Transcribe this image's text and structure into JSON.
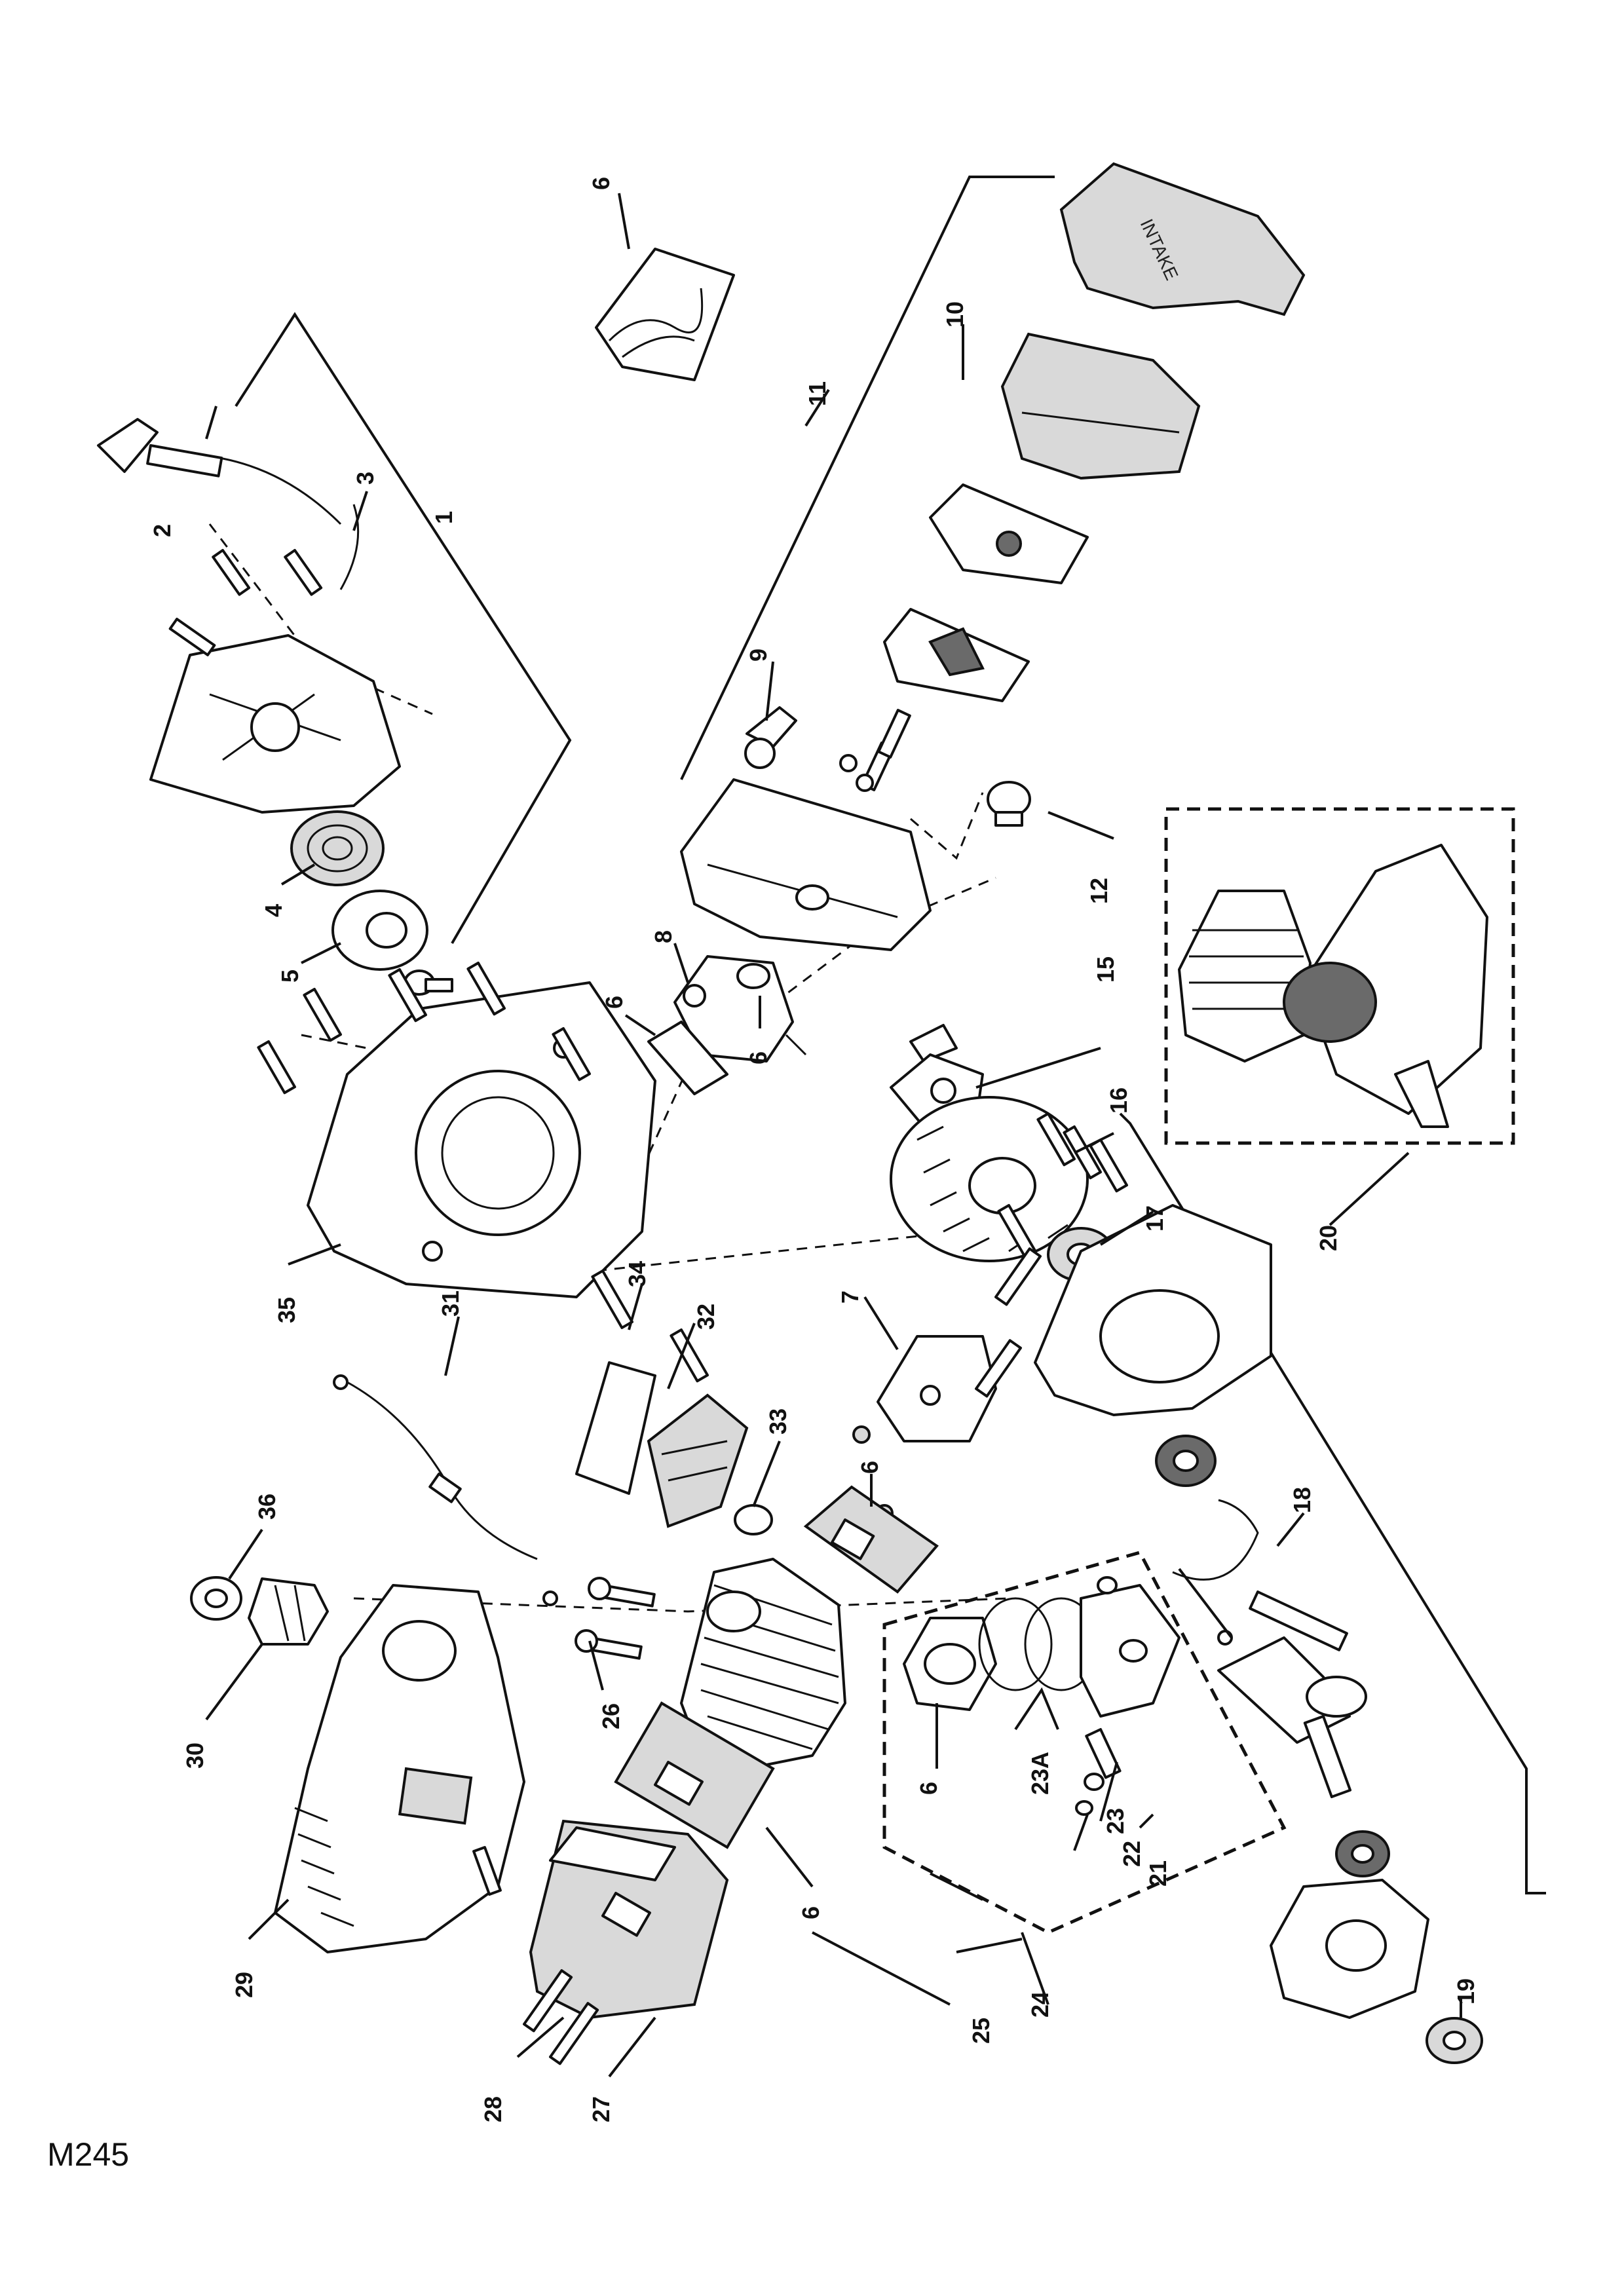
{
  "diagram_code": "M245",
  "callouts": {
    "c1": "1",
    "c2": "2",
    "c3": "3",
    "c4": "4",
    "c5": "5",
    "c6": "6",
    "c7": "7",
    "c8": "8",
    "c9": "9",
    "c10": "10",
    "c11": "11",
    "c12": "12",
    "c15": "15",
    "c16": "16",
    "c17": "17",
    "c18": "18",
    "c19": "19",
    "c20": "20",
    "c21": "21",
    "c22": "22",
    "c23": "23",
    "c23a": "23A",
    "c24": "24",
    "c25": "25",
    "c26": "26",
    "c27": "27",
    "c28": "28",
    "c29": "29",
    "c30": "30",
    "c31": "31",
    "c32": "32",
    "c33": "33",
    "c34": "34",
    "c35": "35",
    "c36": "36"
  },
  "intake_text": "INTAKE"
}
